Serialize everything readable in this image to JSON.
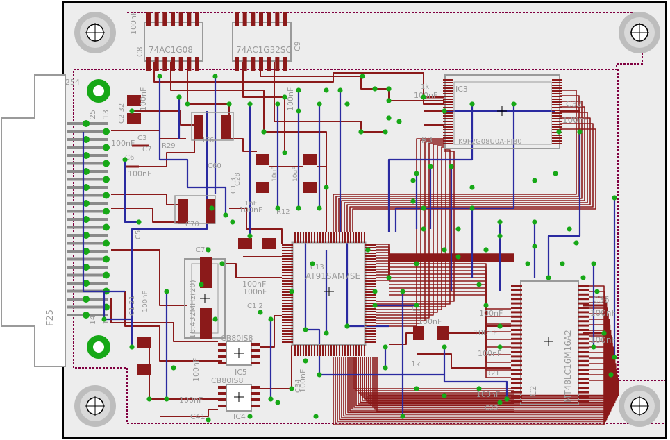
{
  "colors": {
    "background": "#ffffff",
    "board_outline": "#000000",
    "board_fill": "#ededed",
    "top_copper": "#8b1a1a",
    "bottom_copper": "#2a2aa0",
    "via": "#17a817",
    "silk_gray": "#9a9a9a",
    "dim_line": "#800000"
  },
  "labels": {
    "ic7_name": "74AC1G08",
    "ic9_name": "74AC1G32SC",
    "ic3_name": "IC3",
    "ic3_part": "K9F2G08U0A-PIB0",
    "c32_name": "C32",
    "c32_value": "100nF",
    "r3_name": "R3",
    "r1k_value": "1k",
    "mcu_part": "AT91SAM7SE",
    "sdram_part": "MT48LC16M16A2",
    "ic2_name": "IC2",
    "c36_name": "C36",
    "c36_value": "100nF",
    "c35_value": "100nF",
    "osc_part": "18.432MHz(20)",
    "ic5_part": "CB80IS8",
    "ic5_name": "IC5",
    "ic4_part": "CB80IS8",
    "ic4_name": "IC4",
    "c41_name": "C41",
    "c41_value": "100nF",
    "conn_name": "F25",
    "conn_pin_25": "25",
    "conn_pin_14": "14",
    "conn_pin_13": "13",
    "conn_pin_1": "1",
    "c21_name": "C1 21",
    "c21_value": "100nF",
    "c8_name": "C8",
    "c6_name": "C6",
    "c3_name": "C3",
    "c7_name": "C7",
    "c5_name": "C5",
    "c28_name": "C28",
    "r12_name": "R12",
    "r_1k_b": "1k",
    "c1nf": "1nF",
    "c10uf_a": "10uF",
    "c10uf_b": "10uF",
    "c_100nf_a": "100nF",
    "c_100nf_b": "100nF",
    "c_100nf_c": "100nF",
    "c_100nf_d": "100nF",
    "c_100nf_e": "100nF",
    "c_100nf_f": "100nF",
    "c_100nf_g": "100nF",
    "c_100nf_h": "100nF",
    "c_100nf_i": "100nF",
    "c_100nf_j": "100nF",
    "c_100nf_k": "100nF",
    "c_100nf_l": "100nF",
    "c_100nf_m": "100nF",
    "c_100nf_n": "100nF",
    "c_100nf_o": "100nF",
    "c_100nf_p": "100nF",
    "c2_32": "C2 32",
    "c1_3": "C1 3",
    "c70": "C70",
    "c71": "C71",
    "c1_2": "C1 2",
    "c9_label": "C9",
    "v254": "254",
    "r21": "R21",
    "c25": "C25",
    "c1_label": "C1",
    "ic6": "IC6",
    "c34": "C34",
    "c60": "C60",
    "c13": "C13",
    "r29": "R29"
  }
}
